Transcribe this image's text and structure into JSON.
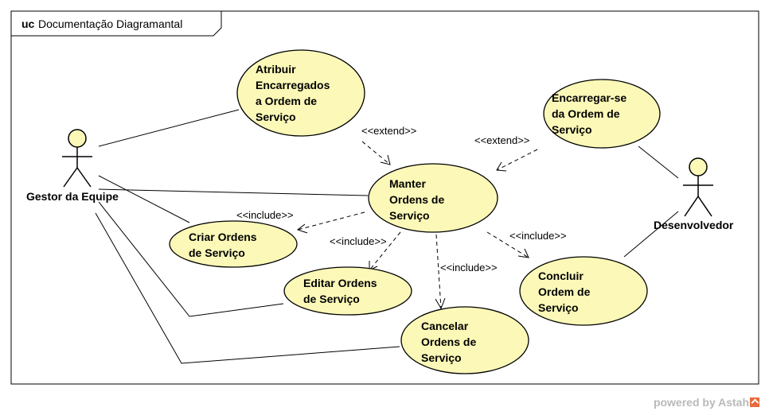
{
  "frame": {
    "keyword": "uc",
    "title": "Documentação Diagramantal"
  },
  "actors": {
    "gestor": {
      "name": "Gestor da Equipe"
    },
    "desenvolvedor": {
      "name": "Desenvolvedor"
    }
  },
  "use_cases": {
    "atribuir": {
      "lines": [
        "Atribuir",
        "Encarregados",
        "a Ordem de",
        "Serviço"
      ]
    },
    "encarregar": {
      "lines": [
        "Encarregar-se",
        "da Ordem de",
        "Serviço"
      ]
    },
    "manter": {
      "lines": [
        "Manter",
        "Ordens de",
        "Serviço"
      ]
    },
    "criar": {
      "lines": [
        "Criar Ordens",
        "de Serviço"
      ]
    },
    "editar": {
      "lines": [
        "Editar Ordens",
        "de Serviço"
      ]
    },
    "cancelar": {
      "lines": [
        "Cancelar",
        "Ordens de",
        "Serviço"
      ]
    },
    "concluir": {
      "lines": [
        "Concluir",
        "Ordem de",
        "Serviço"
      ]
    }
  },
  "relationships": {
    "extend_atribuir": "<<extend>>",
    "extend_encarregar": "<<extend>>",
    "include_criar": "<<include>>",
    "include_editar": "<<include>>",
    "include_cancelar": "<<include>>",
    "include_concluir": "<<include>>"
  },
  "colors": {
    "use_case_fill": "#FBF8B8",
    "stroke": "#000000",
    "watermark": "#B9B9B9",
    "watermark_logo": "#E86A3A"
  },
  "icons": {
    "watermark_logo": "astah-logo-icon"
  },
  "watermark": {
    "text": "powered by Astah"
  }
}
